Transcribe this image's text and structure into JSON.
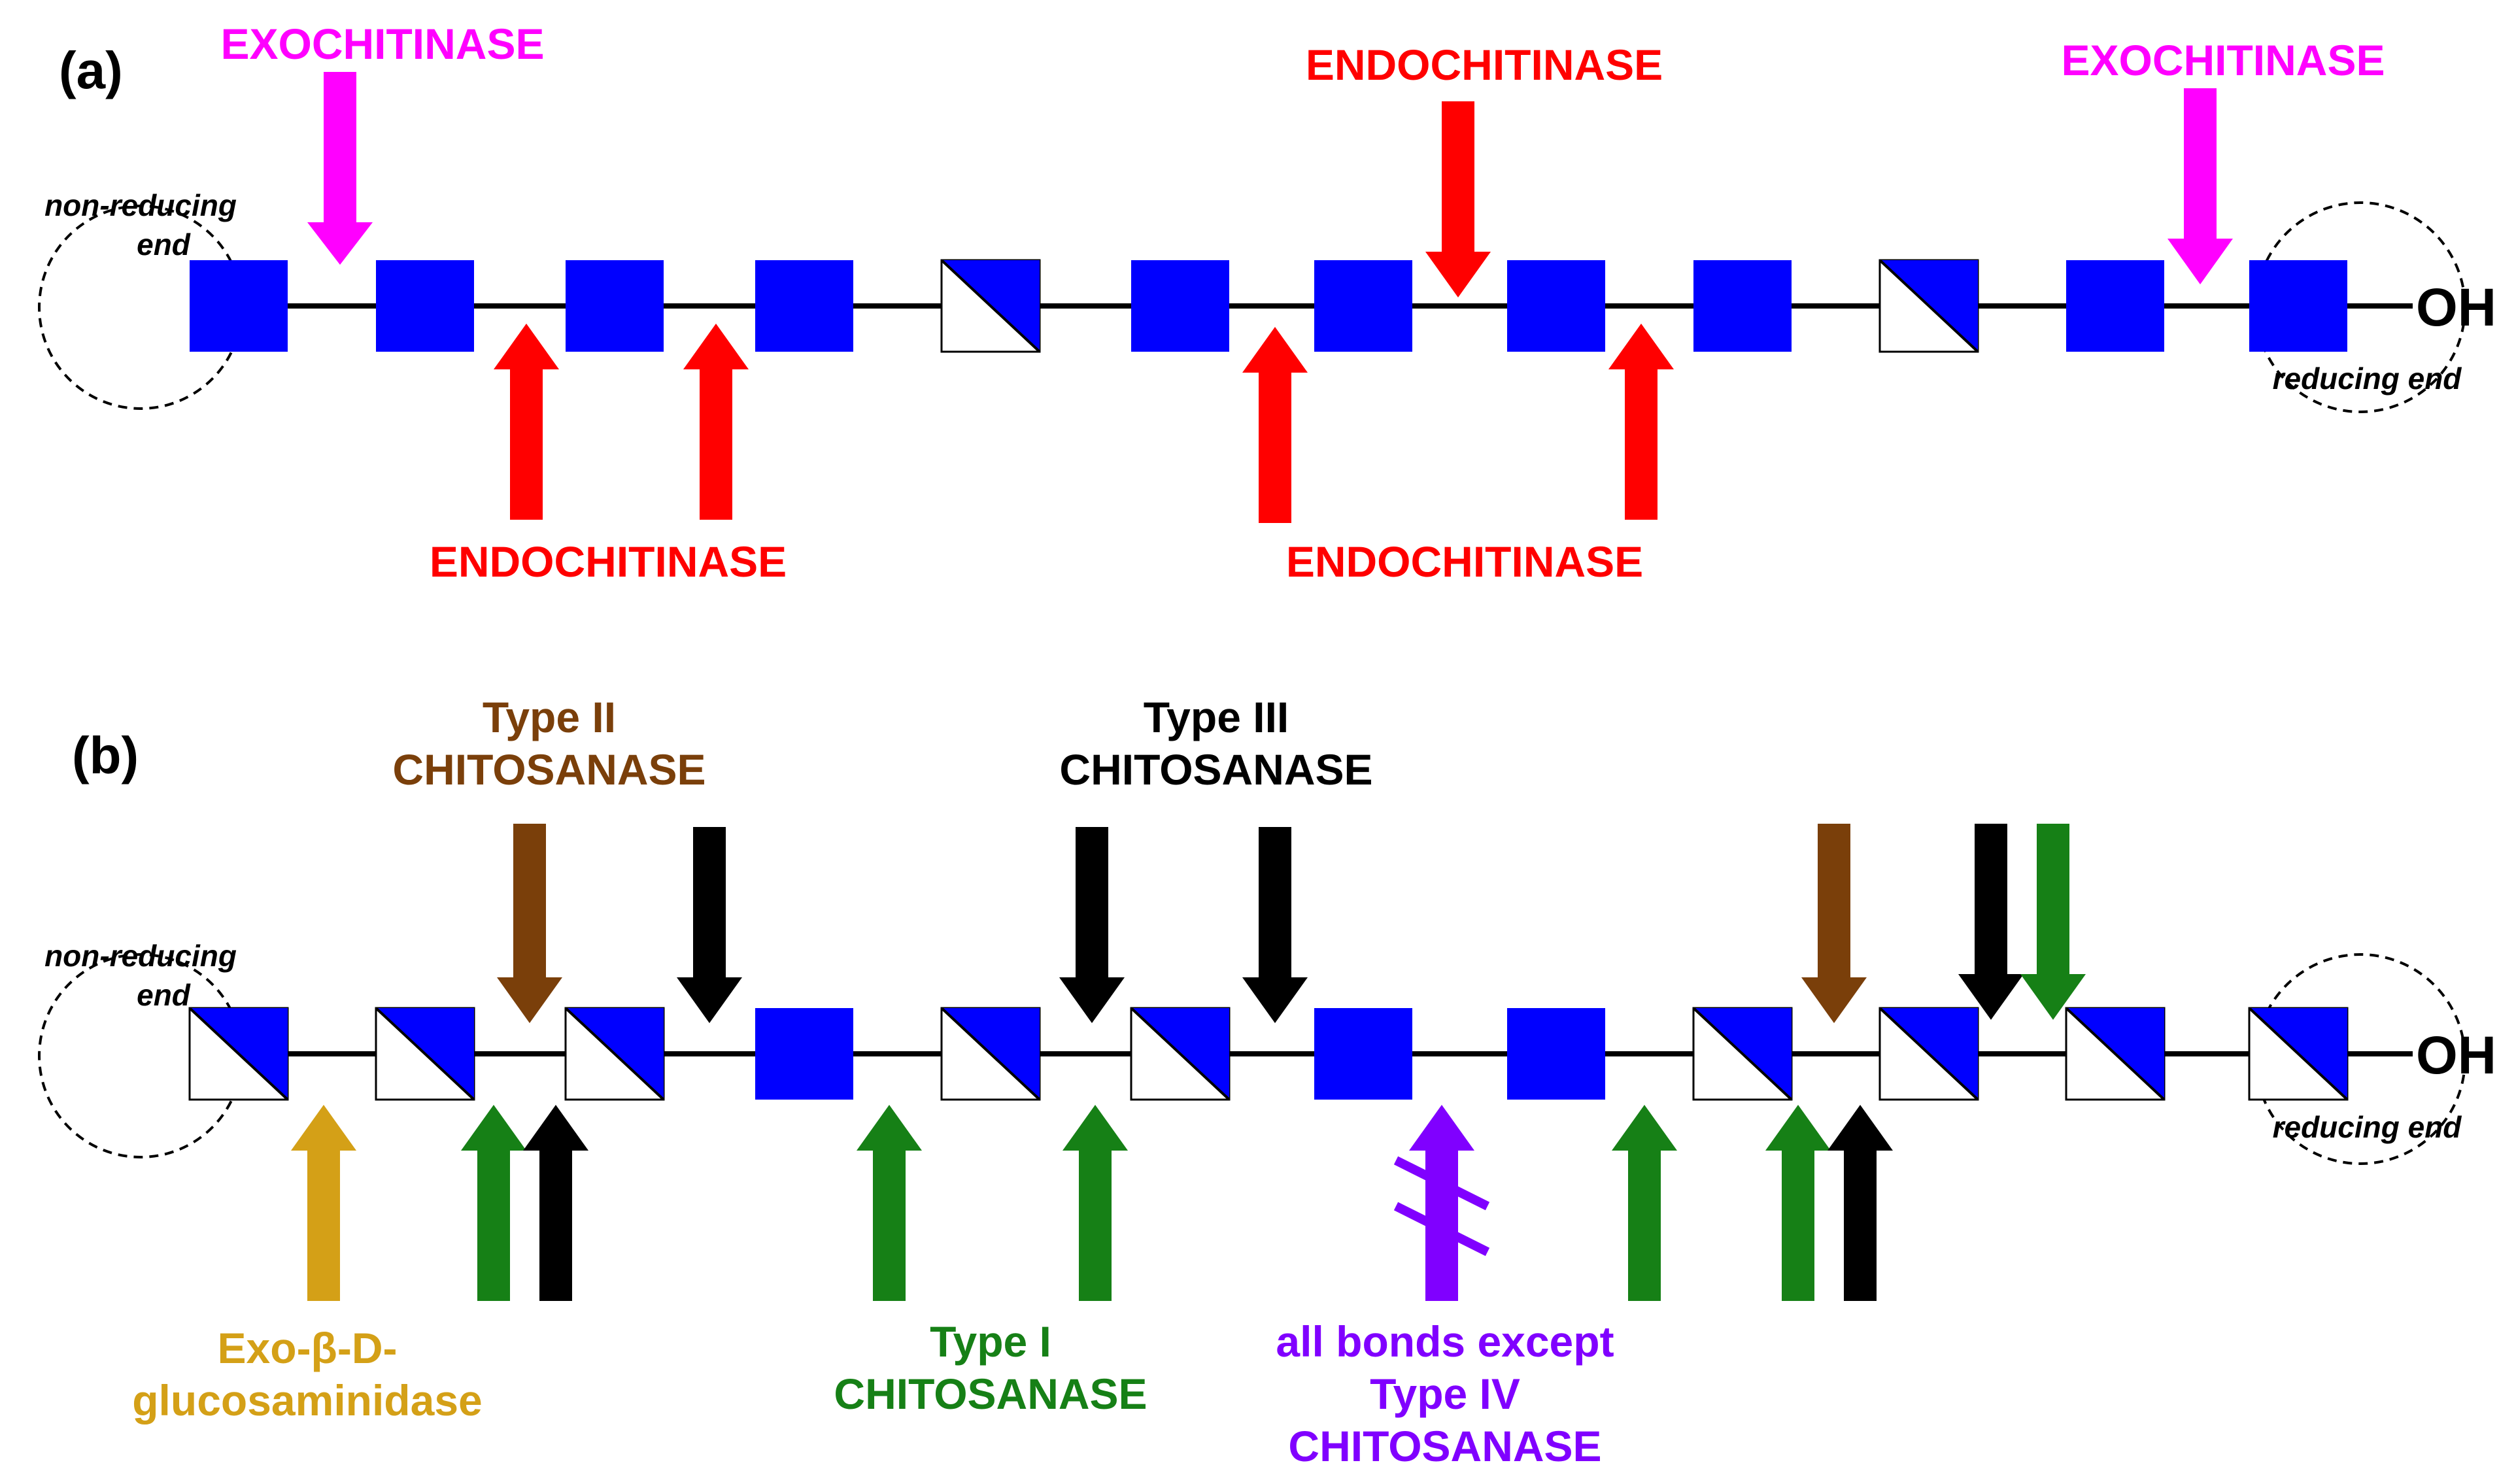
{
  "panel_a": {
    "tag": "(a)",
    "non_reducing_end": [
      "non-reducing",
      "end"
    ],
    "reducing_end": "reducing end",
    "terminal_group": "OH",
    "units": [
      "glcnac",
      "glcnac",
      "glcnac",
      "glcnac",
      "glcn",
      "glcnac",
      "glcnac",
      "glcnac",
      "glcnac",
      "glcn",
      "glcnac",
      "glcnac"
    ],
    "exochitinase_label": "EXOCHITINASE",
    "endochitinase_label": "ENDOCHITINASE",
    "colors": {
      "exochitinase": "#ff00ff",
      "endochitinase": "#ff0000"
    }
  },
  "panel_b": {
    "tag": "(b)",
    "non_reducing_end": [
      "non-reducing",
      "end"
    ],
    "reducing_end": "reducing end",
    "terminal_group": "OH",
    "units": [
      "glcn",
      "glcn",
      "glcn",
      "glcnac",
      "glcn",
      "glcn",
      "glcnac",
      "glcnac",
      "glcn",
      "glcn",
      "glcn",
      "glcn"
    ],
    "type2_label": [
      "Type II",
      "CHITOSANASE"
    ],
    "type3_label": [
      "Type III",
      "CHITOSANASE"
    ],
    "type1_label": [
      "Type I",
      "CHITOSANASE"
    ],
    "type4_label": [
      "all bonds except",
      "Type IV",
      "CHITOSANASE"
    ],
    "exo_glucosaminidase_label": [
      "Exo-β-D-",
      "glucosaminidase"
    ],
    "colors": {
      "type1": "#168016",
      "type2": "#7a3f0a",
      "type3": "#000000",
      "type4": "#8000ff",
      "exo_glucosaminidase": "#d4a017"
    }
  },
  "unit_colors": {
    "glcnac": "#0000ff",
    "glcn_fill": "#0000ff"
  }
}
